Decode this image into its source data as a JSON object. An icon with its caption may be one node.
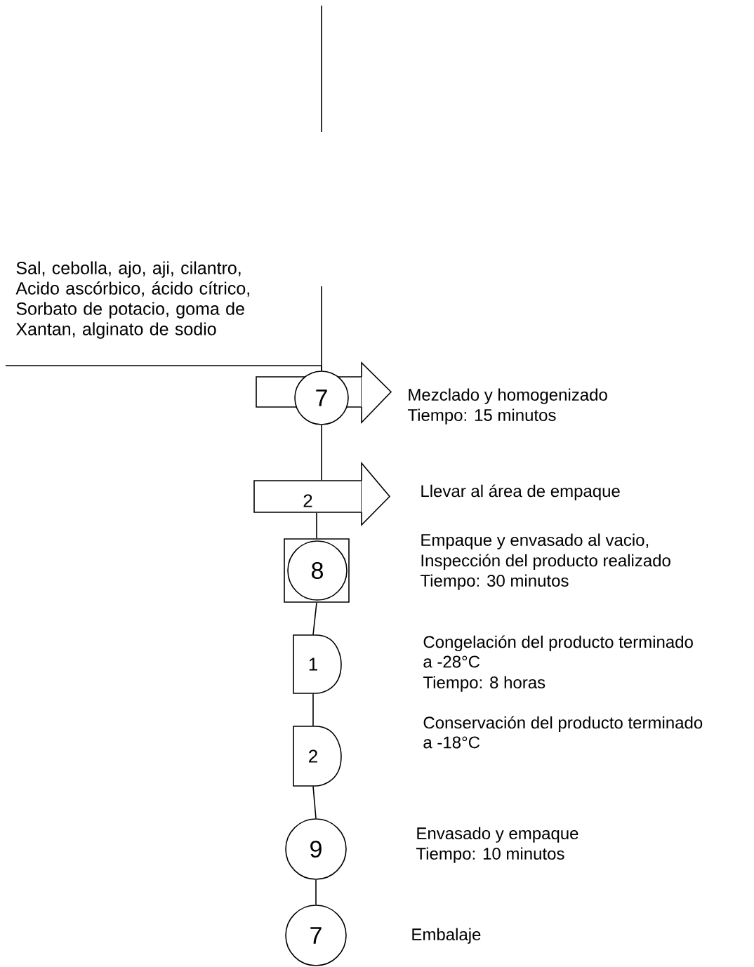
{
  "diagram": {
    "nodes": [
      {
        "text": [],
        "shape": "arrow"
      },
      {
        "text": [
          "7"
        ],
        "in": 0,
        "beside": [
          "Mezclado y homogenizado",
          "Tiempo: 15 minutos"
        ]
      },
      {
        "text": [
          "2"
        ],
        "beside": [
          "Llevar al área de empaque"
        ]
      },
      {
        "text": [],
        "shape": "box"
      },
      {
        "text": [
          "8"
        ],
        "in": 3,
        "beside": [
          "Empaque y envasado al vacio,",
          "Inspección del producto realizado",
          "Tiempo: 30 minutos"
        ]
      },
      {
        "text": [
          "1"
        ],
        "beside": [
          "Congelación del producto terminado",
          "a -28°C",
          "Tiempo: 8 horas"
        ]
      },
      {
        "text": [
          "2"
        ],
        "beside": [
          "Conservación del producto terminado",
          "a -18°C"
        ]
      },
      {
        "text": [
          "9"
        ],
        "beside": [
          "Envasado y empaque",
          "Tiempo: 10 minutos"
        ]
      },
      {
        "text": [
          "7"
        ],
        "beside": [
          "Embalaje"
        ]
      }
    ],
    "edges": [
      {
        "from": null,
        "to": 1,
        "arrow": "none"
      },
      {
        "from": null,
        "to": 1,
        "arrow": "none",
        "label": "Sal, cebolla, ajo, aji, cilantro, Acido ascórbico, ácido cítrico, Sorbato de potacio, goma de Xantan, alginato de sodio"
      },
      {
        "from": 1,
        "to": 2,
        "arrow": "none"
      },
      {
        "from": 2,
        "to": 3,
        "arrow": "none"
      },
      {
        "from": 3,
        "to": 5,
        "arrow": "none"
      },
      {
        "from": 5,
        "to": 6,
        "arrow": "none"
      },
      {
        "from": 6,
        "to": 7,
        "arrow": "none"
      },
      {
        "from": 7,
        "to": 8,
        "arrow": "none"
      }
    ]
  }
}
